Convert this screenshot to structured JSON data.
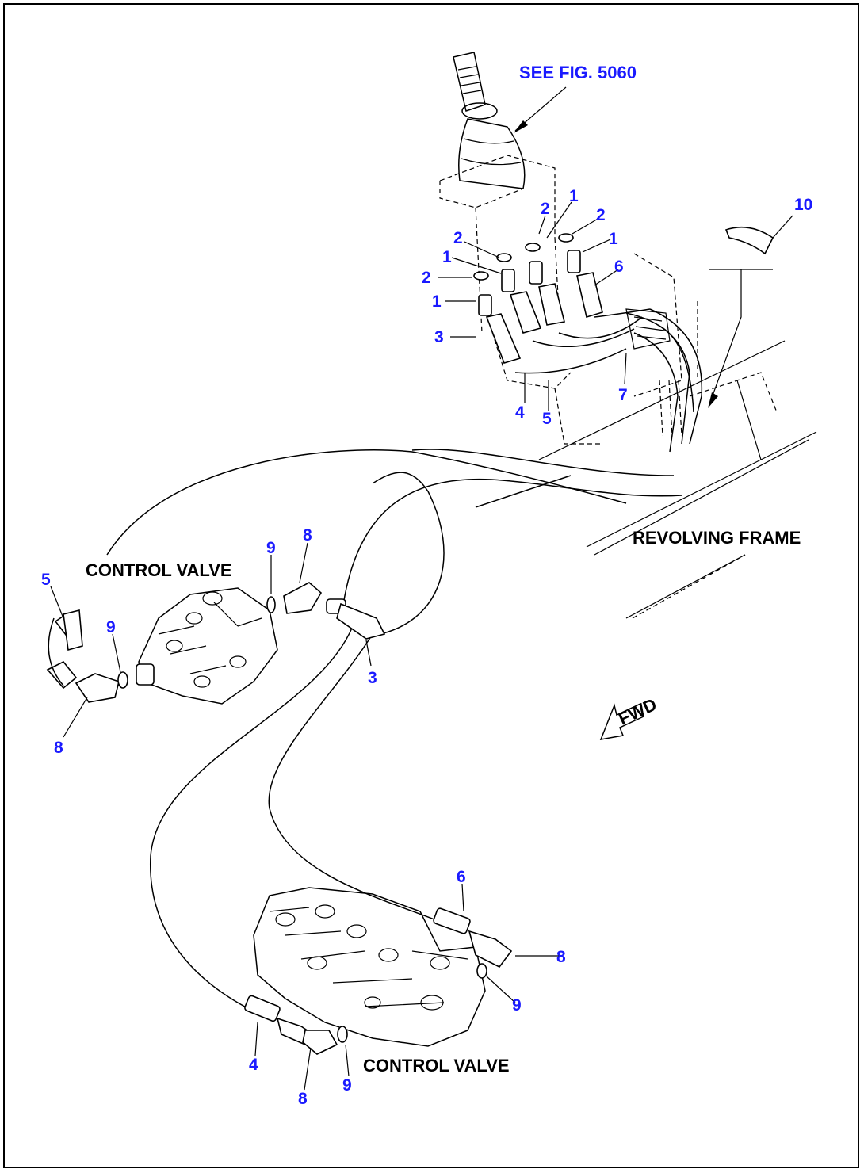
{
  "figure": {
    "see_ref": "SEE FIG. 5060",
    "revolving_frame": "REVOLVING FRAME",
    "control_valve_upper": "CONTROL VALVE",
    "control_valve_lower": "CONTROL VALVE",
    "fwd": "FWD"
  },
  "callouts": {
    "c1a": "1",
    "c1b": "1",
    "c1c": "1",
    "c1d": "1",
    "c2a": "2",
    "c2b": "2",
    "c2c": "2",
    "c2d": "2",
    "c3a": "3",
    "c4a": "4",
    "c5a": "5",
    "c6a": "6",
    "c7": "7",
    "c10": "10",
    "c5b": "5",
    "c9a": "9",
    "c8a": "8",
    "c9b": "9",
    "c8b": "8",
    "c3b": "3",
    "c6b": "6",
    "c8c": "8",
    "c9c": "9",
    "c4b": "4",
    "c8d": "8",
    "c9d": "9"
  },
  "colors": {
    "callout": "#1a1aff",
    "line": "#000000"
  }
}
